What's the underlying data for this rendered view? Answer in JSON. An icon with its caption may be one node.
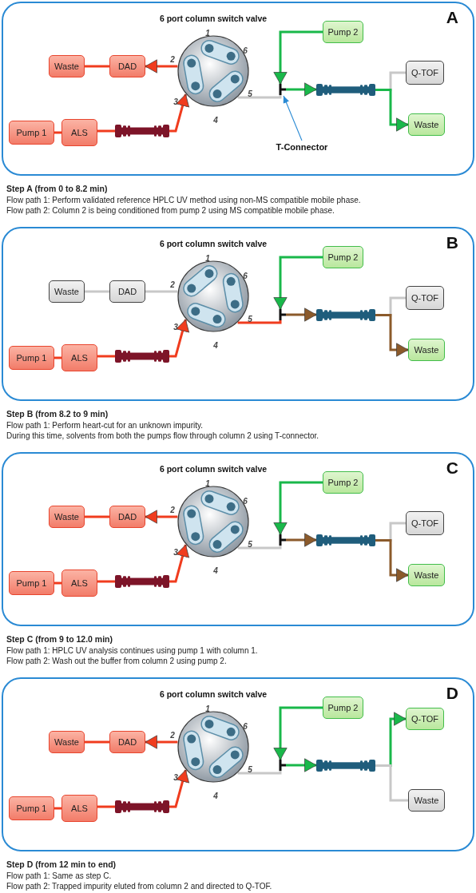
{
  "diagram": {
    "nodes": [
      {
        "text": [
          "A"
        ]
      },
      {
        "text": [
          "Pump 2"
        ],
        "in": 0
      },
      {
        "text": [
          "Waste"
        ],
        "in": 0
      },
      {
        "text": [
          "DAD"
        ],
        "in": 0
      },
      {
        "text": [
          "6 port column switch valve"
        ],
        "beside": [
          "1",
          "6",
          "2",
          "5",
          "3",
          "4"
        ],
        "in": 0
      },
      {
        "text": [],
        "shape": "bar",
        "in": 0
      },
      {
        "text": [
          "Q-TOF"
        ],
        "in": 0
      },
      {
        "text": [],
        "shape": "cylinder",
        "in": 0
      },
      {
        "text": [
          "Pump 1"
        ],
        "in": 0
      },
      {
        "text": [
          "ALS"
        ],
        "in": 0
      },
      {
        "text": [],
        "shape": "cylinder",
        "in": 0
      },
      {
        "text": [
          "Waste"
        ],
        "in": 0
      },
      {
        "text": [
          "T-Connector"
        ],
        "in": 0
      },
      {
        "text": [
          "B"
        ]
      },
      {
        "text": [
          "Pump 2"
        ],
        "in": 13
      },
      {
        "text": [
          "Waste"
        ],
        "in": 13
      },
      {
        "text": [
          "DAD"
        ],
        "in": 13
      },
      {
        "text": [
          "6 port column switch valve"
        ],
        "beside": [
          "1",
          "6",
          "2",
          "5",
          "3",
          "4"
        ],
        "in": 13
      },
      {
        "text": [],
        "shape": "bar",
        "in": 13
      },
      {
        "text": [
          "Q-TOF"
        ],
        "in": 13
      },
      {
        "text": [],
        "shape": "cylinder",
        "in": 13
      },
      {
        "text": [
          "Pump 1"
        ],
        "in": 13
      },
      {
        "text": [
          "ALS"
        ],
        "in": 13
      },
      {
        "text": [],
        "shape": "cylinder",
        "in": 13
      },
      {
        "text": [
          "Waste"
        ],
        "in": 13
      },
      {
        "text": [
          "C"
        ]
      },
      {
        "text": [
          "Pump 2"
        ],
        "in": 25
      },
      {
        "text": [
          "Waste"
        ],
        "in": 25
      },
      {
        "text": [
          "DAD"
        ],
        "in": 25
      },
      {
        "text": [
          "6 port column switch valve"
        ],
        "beside": [
          "1",
          "6",
          "2",
          "5",
          "3",
          "4"
        ],
        "in": 25
      },
      {
        "text": [],
        "shape": "bar",
        "in": 25
      },
      {
        "text": [
          "Q-TOF"
        ],
        "in": 25
      },
      {
        "text": [],
        "shape": "cylinder",
        "in": 25
      },
      {
        "text": [
          "Pump 1"
        ],
        "in": 25
      },
      {
        "text": [
          "ALS"
        ],
        "in": 25
      },
      {
        "text": [],
        "shape": "cylinder",
        "in": 25
      },
      {
        "text": [
          "Waste"
        ],
        "in": 25
      },
      {
        "text": [
          "D"
        ]
      },
      {
        "text": [
          "Pump 2"
        ],
        "in": 37
      },
      {
        "text": [
          "Waste"
        ],
        "in": 37
      },
      {
        "text": [
          "DAD"
        ],
        "in": 37
      },
      {
        "text": [
          "6 port column switch valve"
        ],
        "beside": [
          "1",
          "6",
          "2",
          "5",
          "3",
          "4"
        ],
        "in": 37
      },
      {
        "text": [],
        "shape": "bar",
        "in": 37
      },
      {
        "text": [
          "Q-TOF"
        ],
        "in": 37
      },
      {
        "text": [],
        "shape": "cylinder",
        "in": 37
      },
      {
        "text": [
          "Pump 1"
        ],
        "in": 37
      },
      {
        "text": [
          "ALS"
        ],
        "in": 37
      },
      {
        "text": [],
        "shape": "cylinder",
        "in": 37
      },
      {
        "text": [
          "Waste"
        ],
        "in": 37
      }
    ],
    "edges": [
      {
        "from": 8,
        "to": 9,
        "arrow": "none",
        "color": "#f03c1e"
      },
      {
        "from": 9,
        "to": 10,
        "arrow": "none",
        "color": "#f03c1e"
      },
      {
        "from": 10,
        "to": 4,
        "arrow": "to",
        "color": "#f03c1e"
      },
      {
        "from": 4,
        "to": 3,
        "arrow": "to",
        "color": "#f03c1e"
      },
      {
        "from": 3,
        "to": 2,
        "arrow": "none",
        "color": "#f03c1e"
      },
      {
        "from": 4,
        "to": 5,
        "arrow": "none",
        "color": "#c8c8c8"
      },
      {
        "from": 1,
        "to": 5,
        "arrow": "to",
        "color": "#19b84a"
      },
      {
        "from": 5,
        "to": 7,
        "arrow": "to",
        "color": "#19b84a"
      },
      {
        "from": 7,
        "to": 6,
        "arrow": "none",
        "color": "#c8c8c8"
      },
      {
        "from": 7,
        "to": 11,
        "arrow": "to",
        "color": "#19b84a"
      },
      {
        "from": 12,
        "to": 5,
        "arrow": "to",
        "color": "#2a8ad4"
      },
      {
        "from": 21,
        "to": 22,
        "arrow": "none",
        "color": "#f03c1e"
      },
      {
        "from": 22,
        "to": 23,
        "arrow": "none",
        "color": "#f03c1e"
      },
      {
        "from": 23,
        "to": 17,
        "arrow": "to",
        "color": "#f03c1e"
      },
      {
        "from": 17,
        "to": 16,
        "arrow": "none",
        "color": "#c8c8c8"
      },
      {
        "from": 16,
        "to": 15,
        "arrow": "none",
        "color": "#c8c8c8"
      },
      {
        "from": 17,
        "to": 18,
        "arrow": "none",
        "color": "#f03c1e"
      },
      {
        "from": 14,
        "to": 18,
        "arrow": "to",
        "color": "#19b84a"
      },
      {
        "from": 18,
        "to": 20,
        "arrow": "to",
        "color": "#8b5a2b"
      },
      {
        "from": 20,
        "to": 19,
        "arrow": "none",
        "color": "#c8c8c8"
      },
      {
        "from": 20,
        "to": 24,
        "arrow": "to",
        "color": "#8b5a2b"
      },
      {
        "from": 33,
        "to": 34,
        "arrow": "none",
        "color": "#f03c1e"
      },
      {
        "from": 34,
        "to": 35,
        "arrow": "none",
        "color": "#f03c1e"
      },
      {
        "from": 35,
        "to": 29,
        "arrow": "to",
        "color": "#f03c1e"
      },
      {
        "from": 29,
        "to": 28,
        "arrow": "to",
        "color": "#f03c1e"
      },
      {
        "from": 28,
        "to": 27,
        "arrow": "none",
        "color": "#f03c1e"
      },
      {
        "from": 29,
        "to": 30,
        "arrow": "none",
        "color": "#c8c8c8"
      },
      {
        "from": 26,
        "to": 30,
        "arrow": "to",
        "color": "#19b84a"
      },
      {
        "from": 30,
        "to": 32,
        "arrow": "to",
        "color": "#8b5a2b"
      },
      {
        "from": 32,
        "to": 31,
        "arrow": "none",
        "color": "#c8c8c8"
      },
      {
        "from": 32,
        "to": 36,
        "arrow": "to",
        "color": "#8b5a2b"
      },
      {
        "from": 45,
        "to": 46,
        "arrow": "none",
        "color": "#f03c1e"
      },
      {
        "from": 46,
        "to": 47,
        "arrow": "none",
        "color": "#f03c1e"
      },
      {
        "from": 47,
        "to": 41,
        "arrow": "to",
        "color": "#f03c1e"
      },
      {
        "from": 41,
        "to": 40,
        "arrow": "to",
        "color": "#f03c1e"
      },
      {
        "from": 40,
        "to": 39,
        "arrow": "none",
        "color": "#f03c1e"
      },
      {
        "from": 41,
        "to": 42,
        "arrow": "none",
        "color": "#c8c8c8"
      },
      {
        "from": 38,
        "to": 42,
        "arrow": "to",
        "color": "#19b84a"
      },
      {
        "from": 42,
        "to": 44,
        "arrow": "to",
        "color": "#19b84a"
      },
      {
        "from": 44,
        "to": 43,
        "arrow": "to",
        "color": "#19b84a"
      },
      {
        "from": 44,
        "to": 48,
        "arrow": "none",
        "color": "#c8c8c8"
      }
    ],
    "labels": [
      "Step A (from 0 to 8.2 min)",
      "Flow path 1: Perform validated reference HPLC UV method using non-MS compatible mobile phase.",
      "Flow path 2: Column 2 is being conditioned from pump 2 using MS compatible mobile phase.",
      "Step B (from 8.2 to 9 min)",
      "Flow path 1: Perform heart-cut for an unknown impurity.",
      "During this time, solvents from both the pumps flow through column 2 using T-connector.",
      "Step C (from 9 to 12.0 min)",
      "Flow path 1: HPLC UV analysis continues using pump 1 with column 1.",
      "Flow path 2: Wash out the buffer from column 2 using pump 2.",
      "Step D (from 12 min to end)",
      "Flow path 1: Same as step C.",
      "Flow path 2: Trapped impurity eluted from column 2 and directed to Q-TOF."
    ]
  }
}
